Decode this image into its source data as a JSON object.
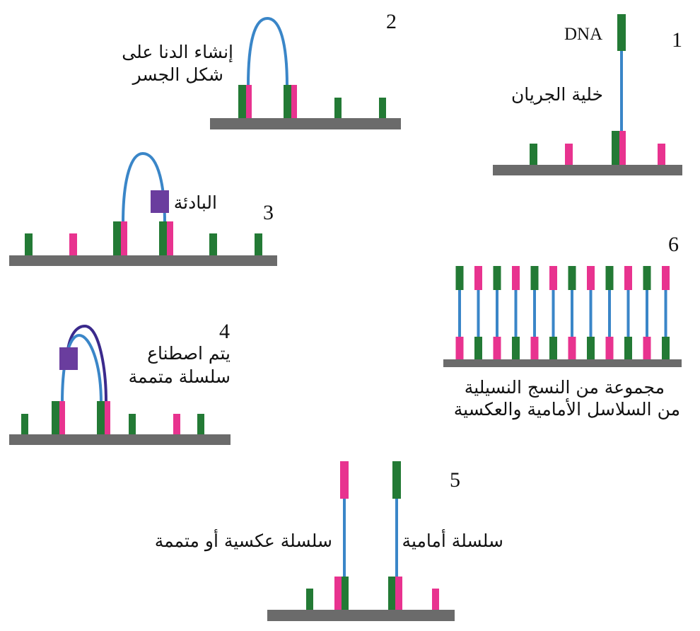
{
  "colors": {
    "surface": "#6b6b6b",
    "strand": "#3a86c8",
    "adapter_a": "#237a35",
    "adapter_b": "#e8338f",
    "primer": "#6a3d9e",
    "new_strand": "#3b2a8c"
  },
  "panels": [
    {
      "number": "1",
      "labels": [
        "DNA",
        "خلية الجريان"
      ]
    },
    {
      "number": "2",
      "labels": [
        "إنشاء الدنا على",
        "شكل الجسر"
      ]
    },
    {
      "number": "3",
      "labels": [
        "البادئة"
      ]
    },
    {
      "number": "4",
      "labels": [
        "يتم اصطناع",
        "سلسلة متممة"
      ]
    },
    {
      "number": "5",
      "labels": [
        "سلسلة عكسية أو متممة",
        "سلسلة أمامية"
      ]
    },
    {
      "number": "6",
      "labels": [
        "مجموعة من النسج النسيلية",
        "من السلاسل الأمامية والعكسية"
      ]
    }
  ]
}
